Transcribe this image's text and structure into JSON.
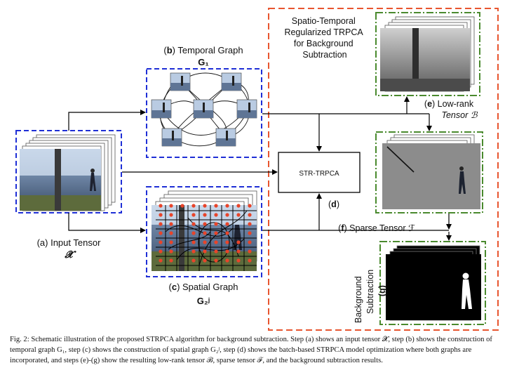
{
  "labels": {
    "temporal_graph": {
      "letter": "b",
      "text": "Temporal Graph",
      "symbol": "G₁"
    },
    "spatial_graph": {
      "letter": "c",
      "text": "Spatial Graph",
      "symbol": "G₂ʲ"
    },
    "input_tensor": {
      "text": "(a) Input Tensor",
      "symbol": "𝓧"
    },
    "strtrpca_box": "STR-TRPCA",
    "step_d": "d",
    "method_title": [
      "Spatio-Temporal",
      "Regularized TRPCA",
      "for Background",
      "Subtraction"
    ],
    "low_rank": {
      "letter": "e",
      "text": "Low-rank",
      "line2": "Tensor ℬ"
    },
    "sparse": {
      "letter": "f",
      "text": "Sparse Tensor ℱ"
    },
    "bg_sub": {
      "line1": "Background",
      "line2": "Subtraction",
      "letter": "(g)"
    }
  },
  "caption": "Fig. 2: Schematic illustration of the proposed STRPCA algorithm for background subtraction. Step (a) shows an input tensor 𝓧, step (b) shows the construction of temporal graph G₁, step (c) shows the construction of spatial graph G₂ʲ, step (d) shows the batch-based STRPCA model optimization where both graphs are incorporated, and steps (e)-(g) show the resulting low-rank tensor ℬ, sparse tensor ℱ, and the background subtraction results.",
  "colors": {
    "blue_dashed": "#1f2fd6",
    "red_dashed": "#e8552f",
    "green_dashed": "#4a8a2e",
    "spatial_node": "#e8442a"
  }
}
